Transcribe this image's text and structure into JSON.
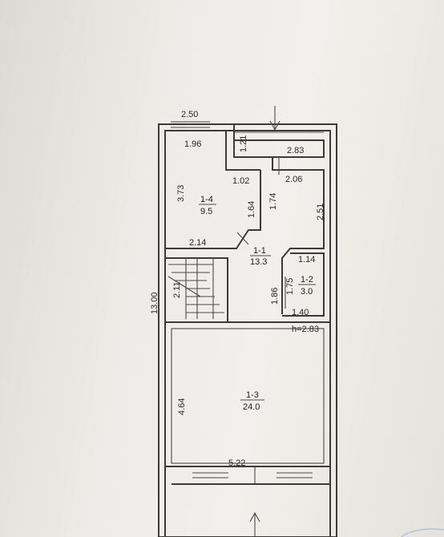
{
  "floor_plan": {
    "total_length": "13.00",
    "ceiling_height": "h=2.83",
    "dimensions": {
      "top_balcony_width": "2.50",
      "top_room_width": "1.96",
      "top_right_depth": "1.21",
      "top_right_width": "2.83",
      "room_1_4_height": "3.73",
      "inner_offset": "1.02",
      "corridor_width": "2.06",
      "corridor_length": "1.64",
      "corridor_right": "1.74",
      "right_room_height": "2.51",
      "room_1_4_bottom": "2.14",
      "bath_width_top": "1.14",
      "bath_inner": "1.75",
      "bath_height": "1.86",
      "bath_width_bottom": "1.40",
      "stair_width": "2.11",
      "large_room_height": "4.64",
      "large_room_width": "5.22"
    },
    "rooms": [
      {
        "id": "1-4",
        "area": "9.5"
      },
      {
        "id": "1-1",
        "area": "13.3"
      },
      {
        "id": "1-2",
        "area": "3.0"
      },
      {
        "id": "1-3",
        "area": "24.0"
      }
    ]
  }
}
